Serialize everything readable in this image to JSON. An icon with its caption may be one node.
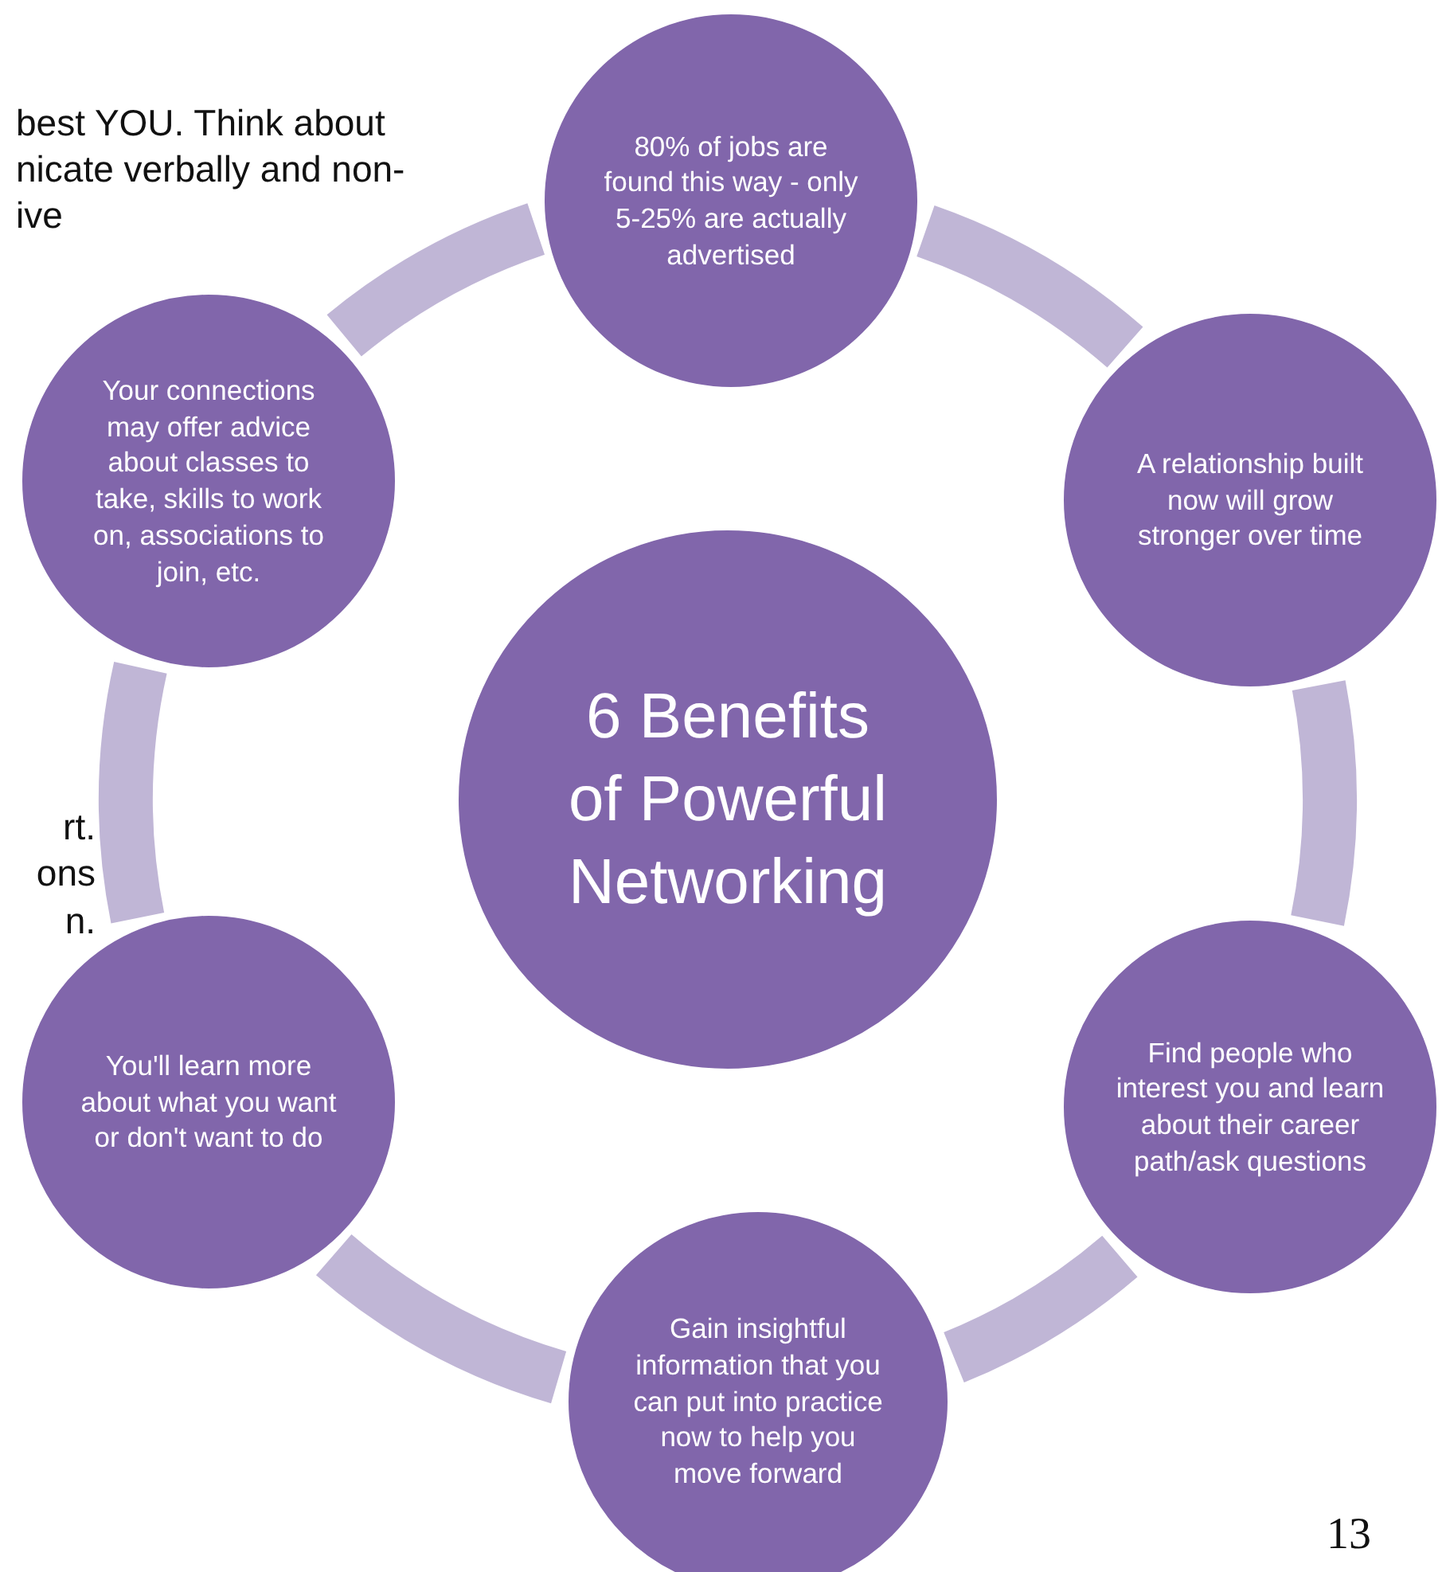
{
  "diagram": {
    "nodes": [
      {
        "text": [
          "6 Benefits of Powerful Networking"
        ]
      },
      {
        "text": [
          "80% of jobs are found this way - only 5-25% are actually advertised"
        ]
      },
      {
        "text": [
          "A relationship built now will grow stronger over time"
        ]
      },
      {
        "text": [
          "Find people who interest you and learn about their career path/ask questions"
        ]
      },
      {
        "text": [
          "Gain insightful information that you can put into practice now to help you move forward"
        ]
      },
      {
        "text": [
          "You'll learn more about what you want or don't want to do"
        ]
      },
      {
        "text": [
          "Your connections may offer advice about classes to take, skills to work on, associations to join, etc."
        ]
      }
    ],
    "edges": [
      {
        "from": 1,
        "to": 2,
        "arrow": "none"
      },
      {
        "from": 2,
        "to": 3,
        "arrow": "none"
      },
      {
        "from": 3,
        "to": 4,
        "arrow": "none"
      },
      {
        "from": 4,
        "to": 5,
        "arrow": "none"
      },
      {
        "from": 5,
        "to": 6,
        "arrow": "none"
      },
      {
        "from": 6,
        "to": 1,
        "arrow": "none"
      }
    ],
    "labels": [
      "best YOU. Think about",
      "nicate verbally and non-",
      "ive",
      "rt.",
      "ons",
      "n.",
      "13"
    ]
  }
}
